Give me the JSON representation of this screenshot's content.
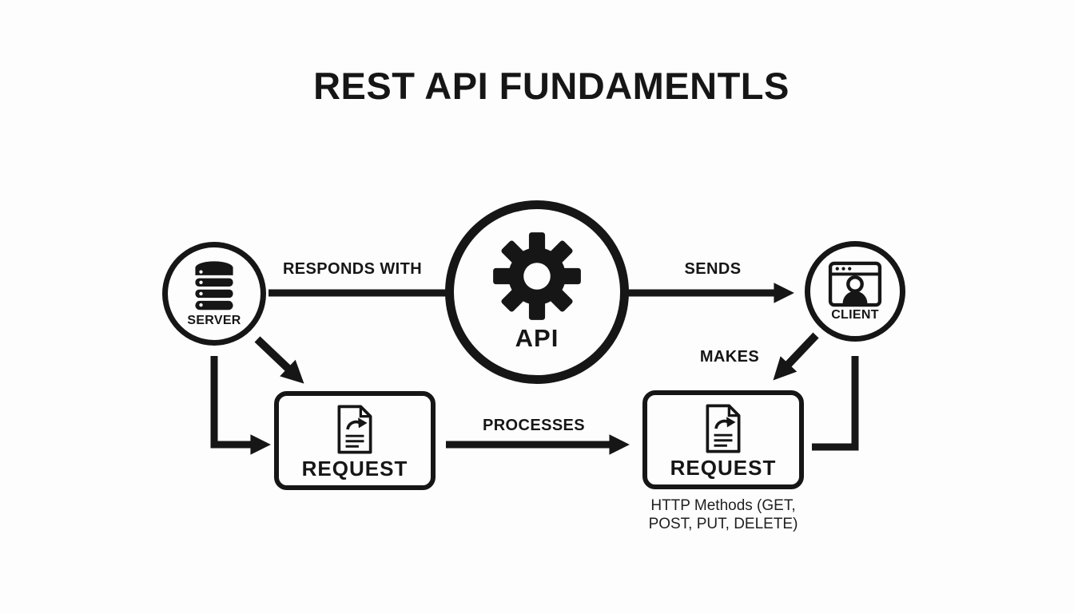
{
  "title": "REST API FUNDAMENTLS",
  "colors": {
    "ink": "#161616",
    "background": "#fdfdfd"
  },
  "nodes": {
    "server": {
      "label": "SERVER",
      "icon": "database-icon"
    },
    "api": {
      "label": "API",
      "icon": "gear-icon"
    },
    "client": {
      "label": "CLIENT",
      "icon": "browser-user-icon"
    },
    "request_left": {
      "label": "REQUEST",
      "icon": "document-share-icon"
    },
    "request_right": {
      "label": "REQUEST",
      "icon": "document-share-icon"
    }
  },
  "edges": {
    "responds_with": {
      "label": "RESPONDS WITH",
      "from": "server",
      "to": "api",
      "arrowhead": false
    },
    "sends": {
      "label": "SENDS",
      "from": "api",
      "to": "client",
      "arrowhead": true
    },
    "makes": {
      "label": "MAKES",
      "from": "client",
      "to": "request_right",
      "arrowhead": true
    },
    "processes": {
      "label": "PROCESSES",
      "from": "request_left",
      "to": "request_right",
      "arrowhead": true
    },
    "server_to_request_diagonal": {
      "from": "server",
      "to": "request_left",
      "arrowhead": true
    },
    "server_to_request_elbow": {
      "from": "server",
      "to": "request_left",
      "arrowhead": true
    },
    "client_to_request_elbow": {
      "from": "client",
      "to": "request_right",
      "arrowhead": false
    }
  },
  "annotations": {
    "http_methods_line1": "HTTP Methods (GET,",
    "http_methods_line2": "POST, PUT, DELETE)"
  }
}
